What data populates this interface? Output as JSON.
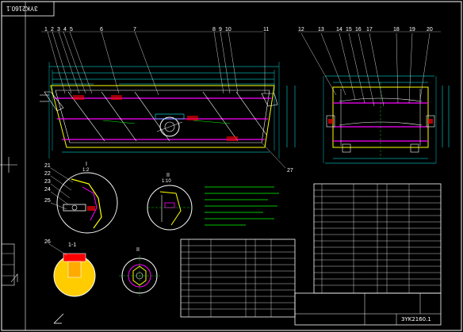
{
  "drawing": {
    "number": "3YK2160.1",
    "colors": {
      "background": "#000000",
      "frame": "#ffffff",
      "outline": "#ffff00",
      "dimension": "#00ffff",
      "part": "#ff00ff",
      "note": "#00ff00",
      "hatch": "#ff0000",
      "weld": "#ffffff"
    },
    "callouts_front": [
      "1",
      "2",
      "3",
      "4",
      "5",
      "6",
      "7",
      "8",
      "9",
      "10",
      "11"
    ],
    "callouts_side": [
      "12",
      "13",
      "14",
      "15",
      "16",
      "17",
      "18",
      "19",
      "20"
    ],
    "callouts_detail": [
      "21",
      "22",
      "23",
      "24",
      "25",
      "26",
      "27"
    ],
    "detail_labels": {
      "detail_a": "I",
      "detail_a_scale": "1:2",
      "detail_b": "II",
      "detail_b_scale": "1:10",
      "section_1": "1-1",
      "section_2": "II"
    }
  },
  "title_block": {
    "drawing_number": "3YK2160.1"
  }
}
